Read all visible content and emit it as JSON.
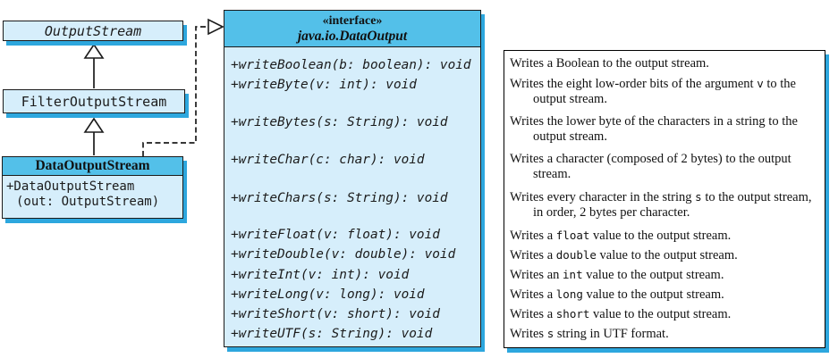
{
  "colors": {
    "box_header_blue": "#53c0e9",
    "box_fill_blue": "#d6eefb",
    "shadow_blue": "#2da7de",
    "border_black": "#1b1b1b"
  },
  "class_diagram": {
    "output_stream_name": "OutputStream",
    "filter_output_stream_name": "FilterOutputStream",
    "data_output_stream": {
      "title": "DataOutputStream",
      "constructor": [
        "+DataOutputStream",
        "(out: OutputStream)"
      ]
    }
  },
  "interface_box": {
    "stereotype": "«interface»",
    "name": "java.io.DataOutput",
    "methods": [
      "+writeBoolean(b: boolean): void",
      "+writeByte(v: int): void",
      "+writeBytes(s: String): void",
      "+writeChar(c: char): void",
      "+writeChars(s: String): void",
      "+writeFloat(v: float): void",
      "+writeDouble(v: double): void",
      "+writeInt(v: int): void",
      "+writeLong(v: long): void",
      "+writeShort(v: short): void",
      "+writeUTF(s: String): void"
    ]
  },
  "descriptions": [
    [
      {
        "text": "Writes a Boolean to the output stream."
      }
    ],
    [
      {
        "text": "Writes the eight low-order bits of the argument "
      },
      {
        "code": "v"
      },
      {
        "text": " to the output stream."
      }
    ],
    [
      {
        "text": "Writes the lower byte of the characters in a string to the output stream."
      }
    ],
    [
      {
        "text": "Writes a character (composed of 2 bytes) to the output stream."
      }
    ],
    [
      {
        "text": "Writes every character in the string "
      },
      {
        "code": "s"
      },
      {
        "text": " to the output stream, in order, 2 bytes per character."
      }
    ],
    [
      {
        "text": "Writes a "
      },
      {
        "code": "float"
      },
      {
        "text": " value to the output stream."
      }
    ],
    [
      {
        "text": "Writes a "
      },
      {
        "code": "double"
      },
      {
        "text": " value to the output stream."
      }
    ],
    [
      {
        "text": "Writes an "
      },
      {
        "code": "int"
      },
      {
        "text": " value to the output stream."
      }
    ],
    [
      {
        "text": "Writes a "
      },
      {
        "code": "long"
      },
      {
        "text": " value to the output stream."
      }
    ],
    [
      {
        "text": "Writes a "
      },
      {
        "code": "short"
      },
      {
        "text": " value to the output stream."
      }
    ],
    [
      {
        "text": "Writes "
      },
      {
        "code": "s"
      },
      {
        "text": " string in UTF format."
      }
    ]
  ]
}
